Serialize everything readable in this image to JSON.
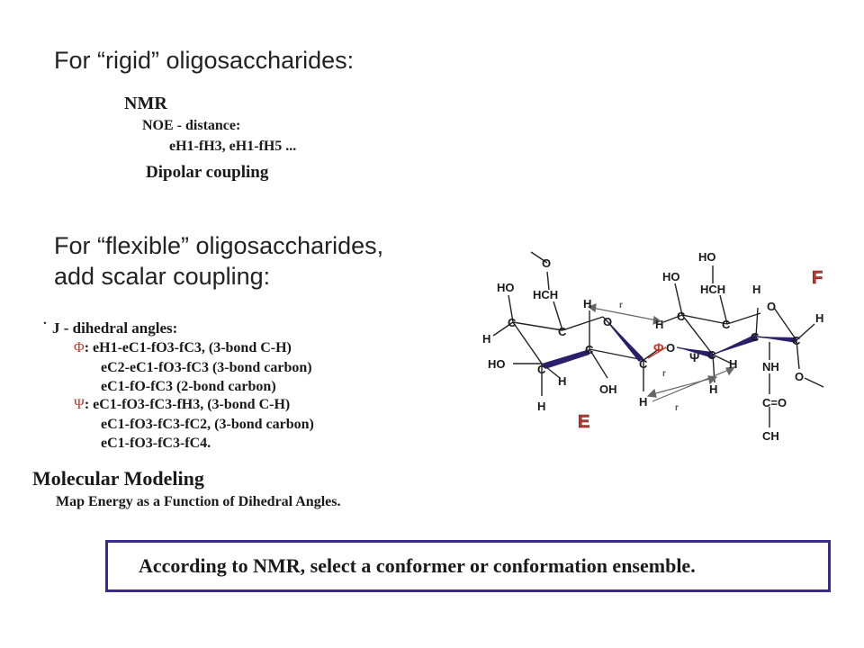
{
  "heading_rigid": "For “rigid” oligosaccharides:",
  "nmr": {
    "title": "NMR",
    "noe": "NOE - distance:",
    "noe_pairs": "eH1-fH3, eH1-fH5 ...",
    "dipolar": "Dipolar coupling"
  },
  "heading_flexible": "For “flexible” oligosaccharides,",
  "heading_flexible_2": "add scalar coupling:",
  "j": {
    "title": "J - dihedral angles:",
    "phi_symbol": "Φ",
    "phi_lines": [
      ": eH1-eC1-fO3-fC3,  (3-bond C-H)",
      "eC2-eC1-fO3-fC3 (3-bond carbon)",
      "eC1-fO-fC3  (2-bond carbon)"
    ],
    "psi_symbol": "Ψ",
    "psi_lines": [
      ": eC1-fO3-fC3-fH3,  (3-bond C-H)",
      "eC1-fO3-fC3-fC2,  (3-bond carbon)",
      "eC1-fO3-fC3-fC4."
    ]
  },
  "modeling": {
    "title": "Molecular Modeling",
    "subtitle": "Map Energy as a Function of Dihedral Angles."
  },
  "conclusion": "According to NMR, select a conformer or conformation ensemble.",
  "molecule": {
    "ring_e_label": "E",
    "ring_f_label": "F",
    "phi": "Φ",
    "psi": "Ψ",
    "atoms": {
      "o_top_e": "O",
      "hch_e": "HCH",
      "ho_1": "HO",
      "ho_2": "HO",
      "h_1": "H",
      "h_2": "H",
      "h_3": "H",
      "h_4": "H",
      "oh": "OH",
      "o_ring_e": "O",
      "c1": "C",
      "c2": "C",
      "c3": "C",
      "c4": "C",
      "c5": "C",
      "o_link": "O",
      "h_link_1": "H",
      "h_link_2": "H",
      "ho_f1": "HO",
      "ho_f2": "HO",
      "hch_f": "HCH",
      "h_f1": "H",
      "h_f2": "H",
      "o_ring_f": "O",
      "h_f3": "H",
      "h_f4": "H",
      "nh": "NH",
      "co": "C=O",
      "ch3": "CH",
      "o_f_bottom": "O",
      "fc1": "C",
      "fc2": "C",
      "fc3": "C",
      "fc4": "C",
      "fc5": "C"
    },
    "distances": {
      "r1": "r",
      "r2": "r",
      "r3": "r"
    }
  },
  "colors": {
    "greek": "#c0392b",
    "box_border": "#3a2a8a",
    "ring_label": "#c0392b"
  }
}
